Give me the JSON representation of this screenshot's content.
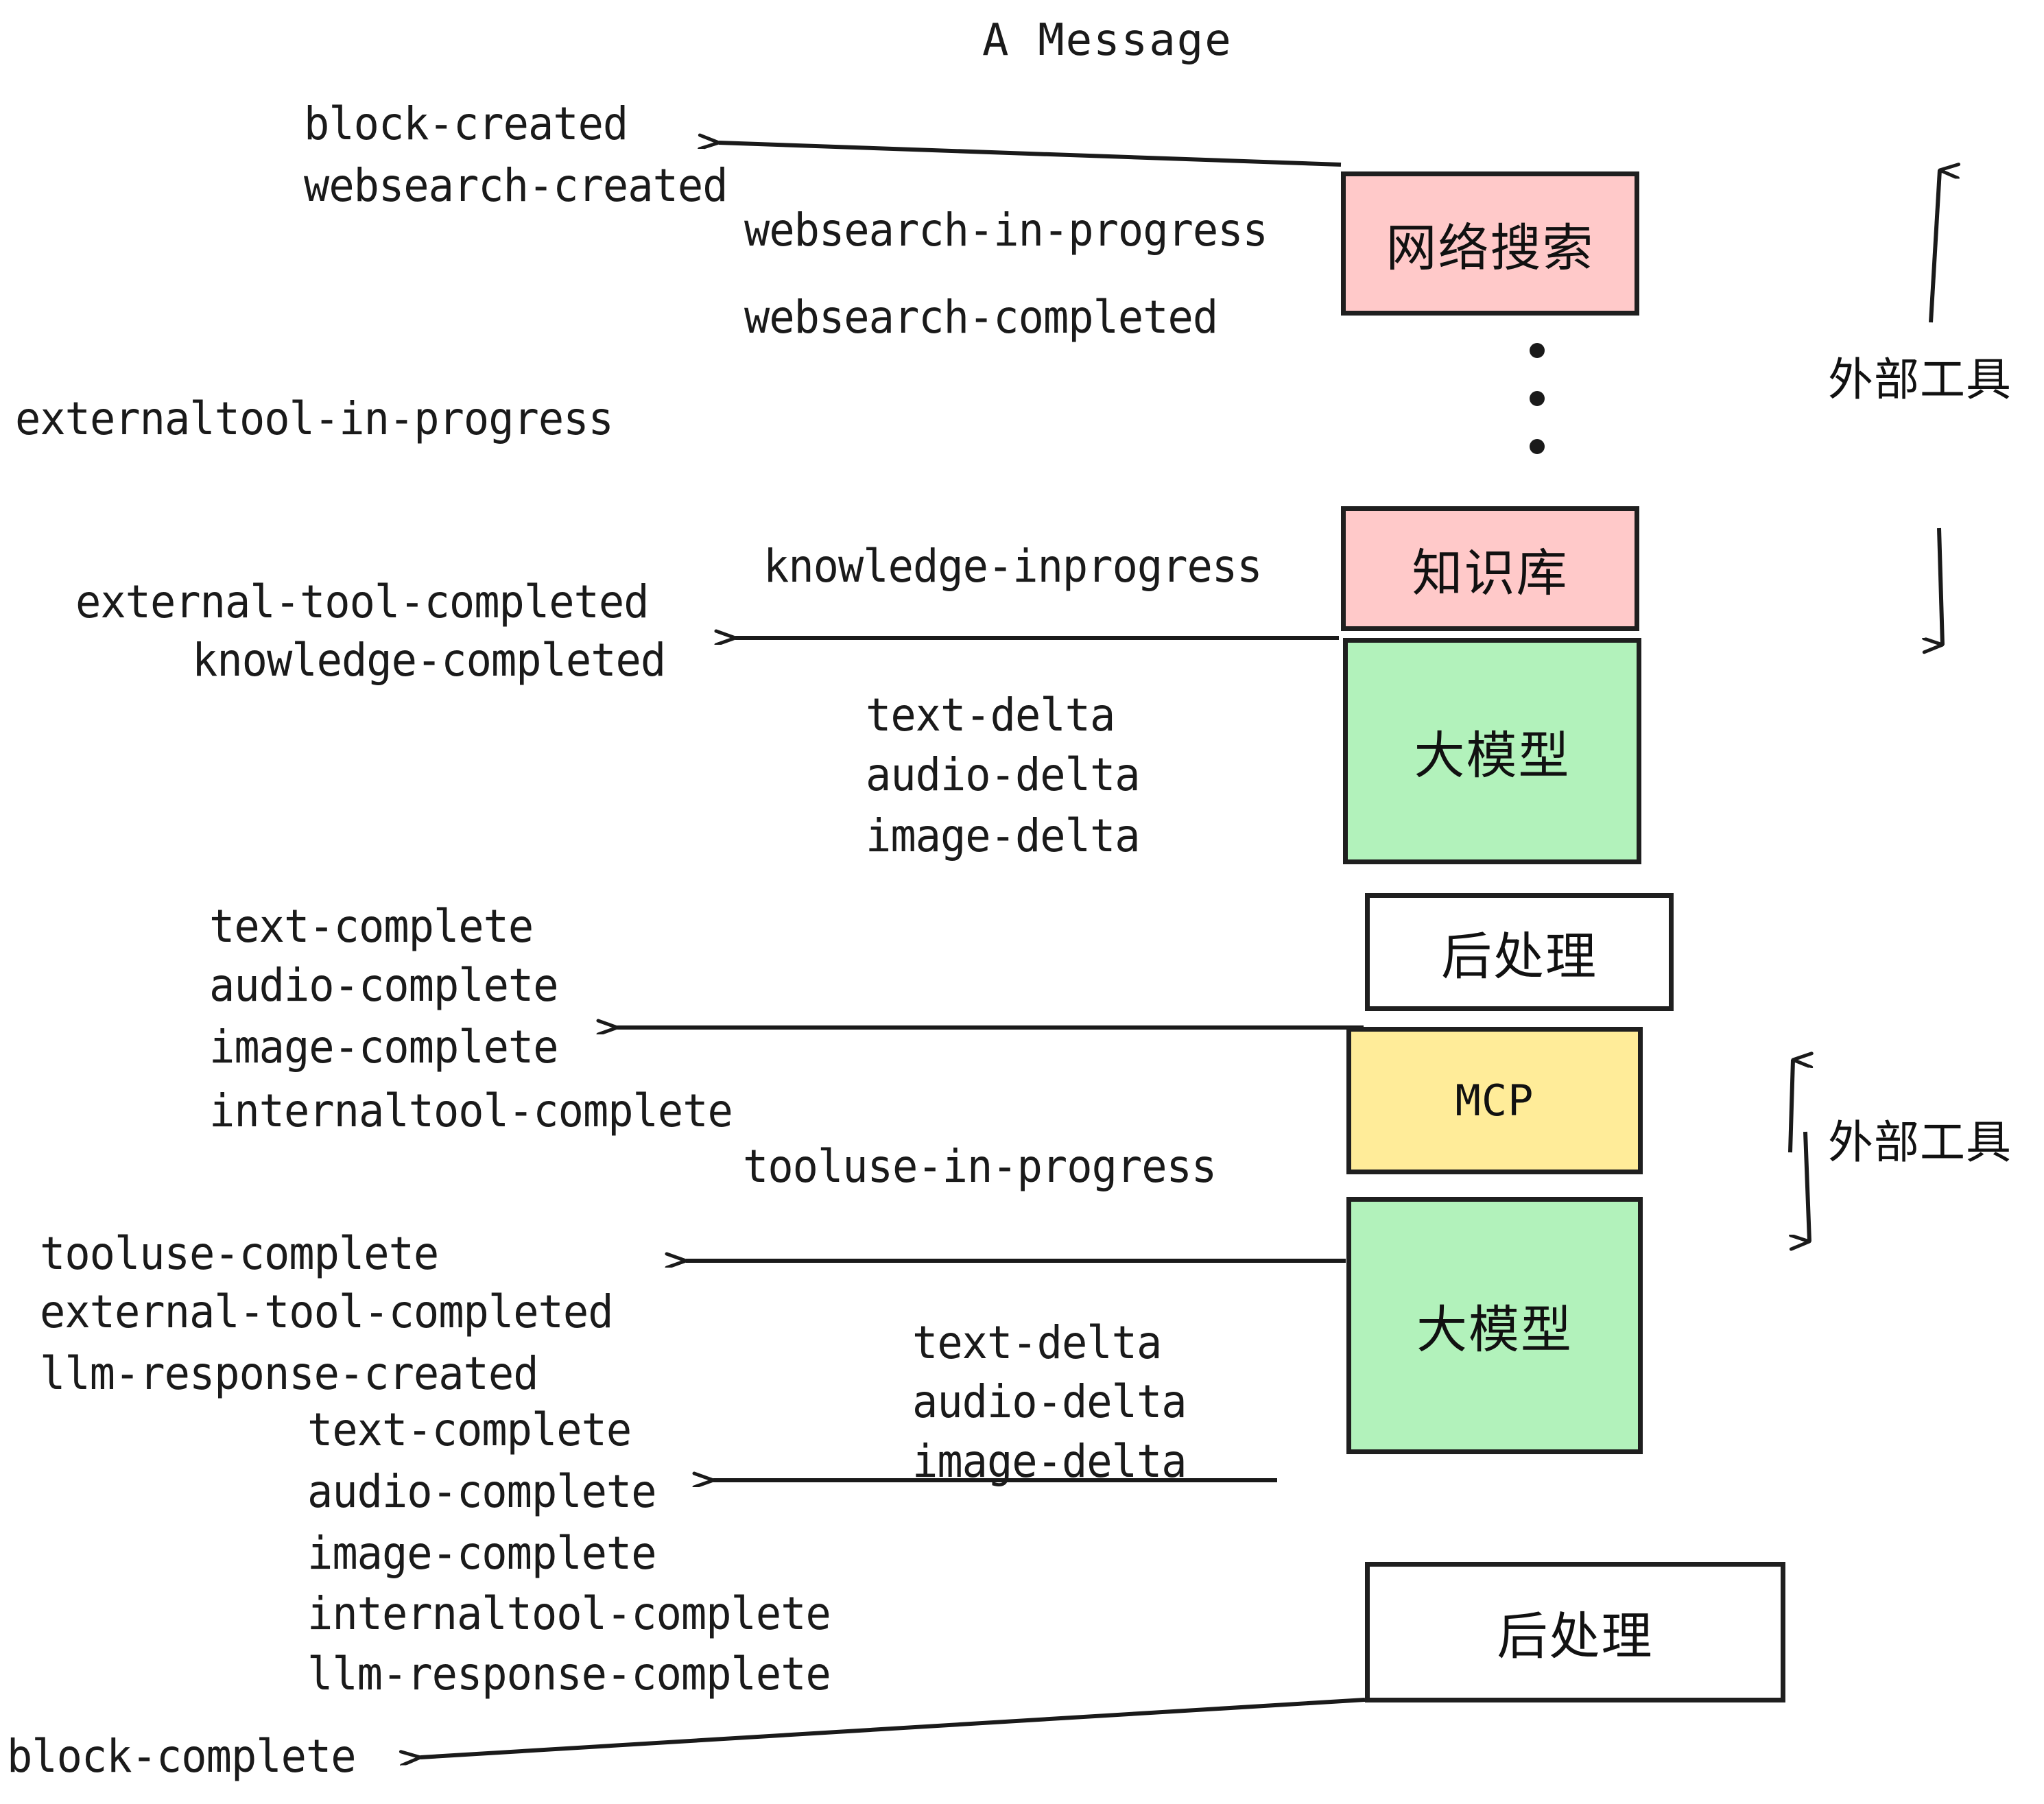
{
  "title": "A Message",
  "colors": {
    "pink": "#ffc9c9",
    "green": "#b2f2bb",
    "yellow": "#ffec99",
    "white": "#ffffff",
    "stroke": "#1f1f1f",
    "text": "#1a1a1a"
  },
  "nodes": [
    {
      "id": "websearch",
      "label": "网络搜索",
      "fill": "pink"
    },
    {
      "id": "knowledge",
      "label": "知识库",
      "fill": "pink"
    },
    {
      "id": "llm-top",
      "label": "大模型",
      "fill": "green"
    },
    {
      "id": "postprocess-top",
      "label": "后处理",
      "fill": "white"
    },
    {
      "id": "mcp",
      "label": "MCP",
      "fill": "yellow"
    },
    {
      "id": "llm-bottom",
      "label": "大模型",
      "fill": "green"
    },
    {
      "id": "postprocess-bottom",
      "label": "后处理",
      "fill": "white"
    }
  ],
  "side_labels": [
    {
      "id": "external-tools-top",
      "text": "外部工具"
    },
    {
      "id": "external-tools-bottom",
      "text": "外部工具"
    }
  ],
  "events": {
    "block_created": "block-created",
    "websearch_created": "websearch-created",
    "websearch_in_progress": "websearch-in-progress",
    "websearch_completed": "websearch-completed",
    "externaltool_in_progress": "externaltool-in-progress",
    "knowledge_inprogress": "knowledge-inprogress",
    "external_tool_completed_1": "external-tool-completed",
    "knowledge_completed": "knowledge-completed",
    "text_delta_1": "text-delta",
    "audio_delta_1": "audio-delta",
    "image_delta_1": "image-delta",
    "text_complete_1": "text-complete",
    "audio_complete_1": "audio-complete",
    "image_complete_1": "image-complete",
    "internaltool_complete_1": "internaltool-complete",
    "tooluse_in_progress": "tooluse-in-progress",
    "tooluse_complete": "tooluse-complete",
    "external_tool_completed_2": "external-tool-completed",
    "llm_response_created": "llm-response-created",
    "text_delta_2": "text-delta",
    "audio_delta_2": "audio-delta",
    "image_delta_2": "image-delta",
    "text_complete_2": "text-complete",
    "audio_complete_2": "audio-complete",
    "image_complete_2": "image-complete",
    "internaltool_complete_2": "internaltool-complete",
    "llm_response_complete": "llm-response-complete",
    "block_complete": "block-complete"
  }
}
